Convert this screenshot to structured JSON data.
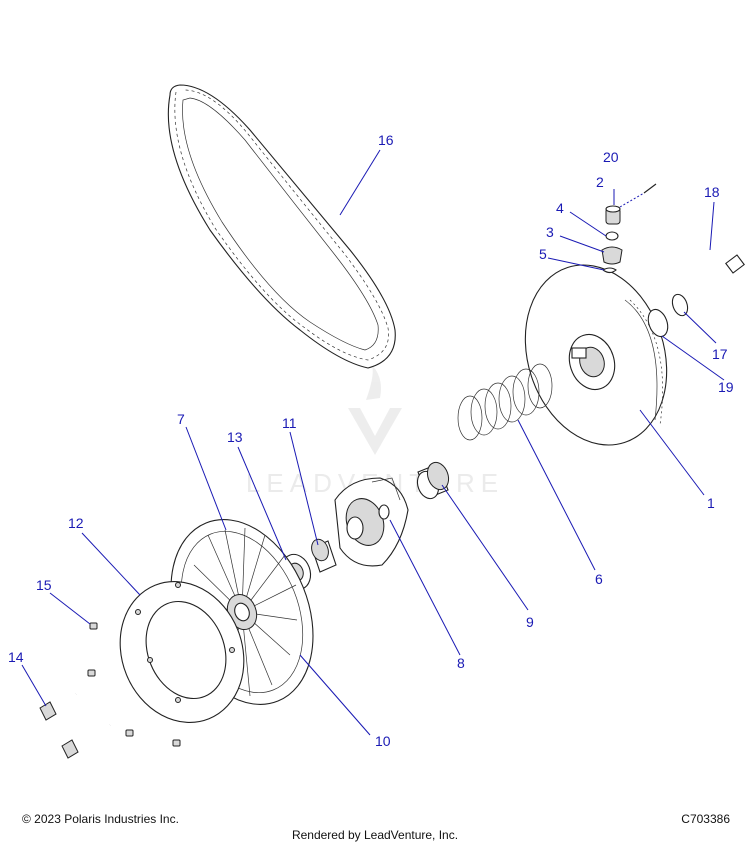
{
  "watermark": {
    "brand": "LEADVENTURE"
  },
  "callouts": {
    "c1": "1",
    "c2": "2",
    "c3": "3",
    "c4": "4",
    "c5": "5",
    "c6": "6",
    "c7": "7",
    "c8": "8",
    "c9": "9",
    "c10": "10",
    "c11": "11",
    "c12": "12",
    "c13": "13",
    "c14": "14",
    "c15": "15",
    "c16": "16",
    "c17": "17",
    "c18": "18",
    "c19": "19",
    "c20": "20"
  },
  "footer": {
    "copyright": "© 2023 Polaris Industries Inc.",
    "drawing_number": "C703386",
    "rendered_by": "Rendered by LeadVenture, Inc."
  },
  "colors": {
    "callout": "#1a1ab4",
    "line": "#222222",
    "watermark": "#e9e9e9"
  }
}
